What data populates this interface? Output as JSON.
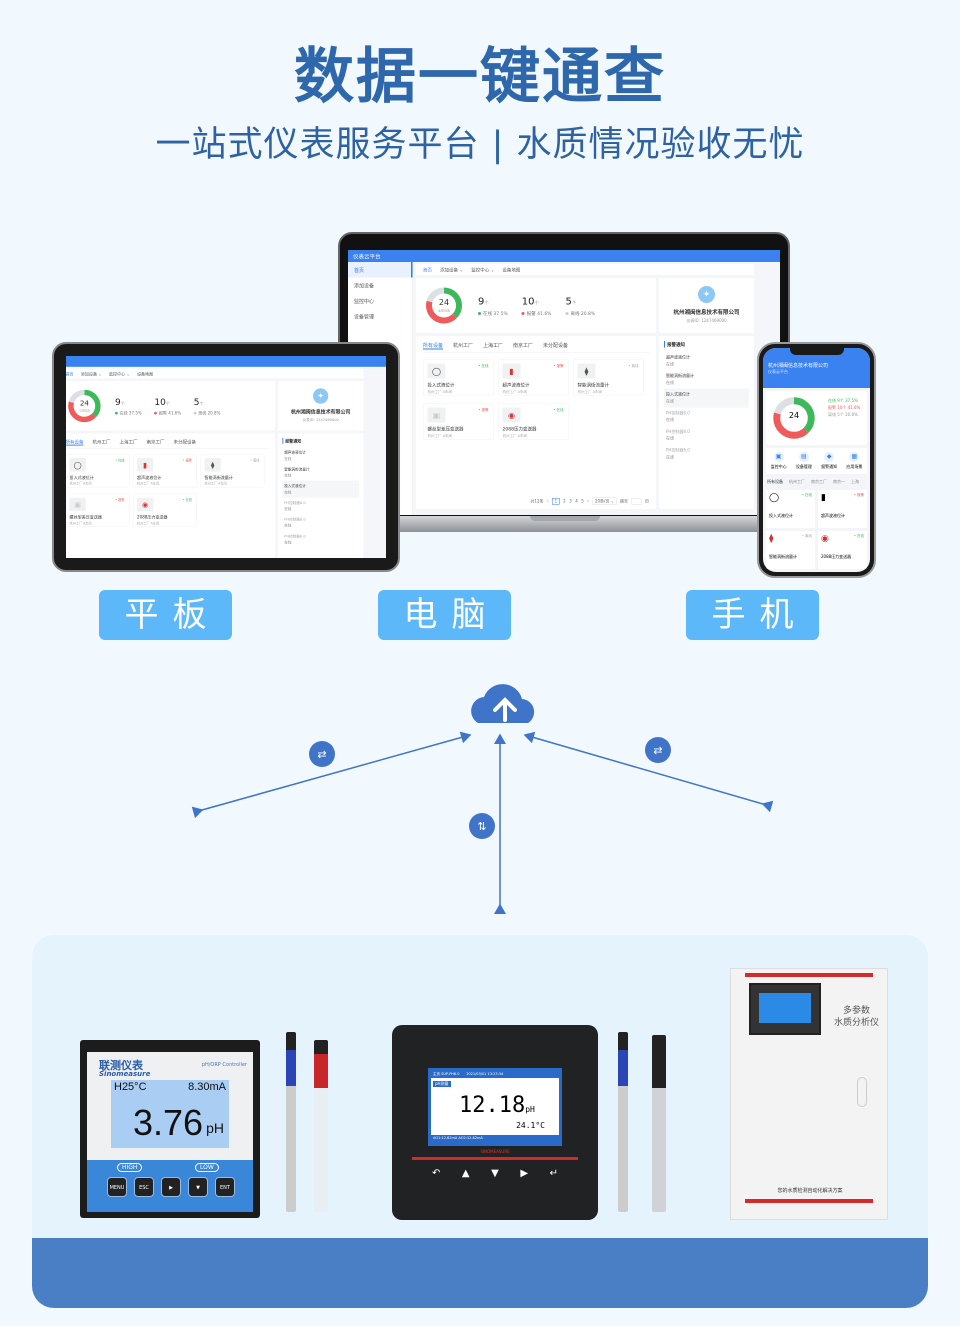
{
  "header": {
    "title": "数据一键通查",
    "subtitle": "一站式仪表服务平台 | 水质情况验收无忧"
  },
  "device_labels": {
    "tablet": "平板",
    "pc": "电脑",
    "phone": "手机"
  },
  "dashboard": {
    "app_title": "仪表云平台",
    "sidebar": [
      "首页",
      "添加设备",
      "监控中心",
      "设备管理"
    ],
    "crumbs": [
      "首页",
      "添加设备 ⌄",
      "监控中心 ⌄",
      "设备地图"
    ],
    "total": {
      "value": "24",
      "label": "全部设备"
    },
    "stats": [
      {
        "value": "9",
        "unit": "个",
        "label": "在线 37.5%",
        "pct": 37.5,
        "color": "#3cba5a"
      },
      {
        "value": "10",
        "unit": "个",
        "label": "报警 41.6%",
        "pct": 41.6,
        "color": "#ef5a5a"
      },
      {
        "value": "5",
        "unit": "个",
        "label": "离线 20.8%",
        "pct": 20.8,
        "color": "#dcdfe3"
      }
    ],
    "company": {
      "name": "杭州湘闽信息技术有限公司",
      "sub": "仪表ID: 1247469000"
    },
    "tabs": [
      "所有设备",
      "杭州工厂",
      "上海工厂",
      "南京工厂",
      "未分配设备"
    ],
    "devices": [
      {
        "name": "投入式液位计",
        "loc": "杭州工厂 A车间",
        "status": "• 在线",
        "color": "#3cba5a"
      },
      {
        "name": "超声波液位计",
        "loc": "杭州工厂 A车间",
        "status": "• 报警",
        "color": "#ef5a5a"
      },
      {
        "name": "智能涡街流量计",
        "loc": "杭州工厂 A车间",
        "status": "• 离线",
        "color": "#aaaaaa"
      },
      {
        "name": "螺丝型差压变送器",
        "loc": "杭州工厂 A车间",
        "status": "• 报警",
        "color": "#ef5a5a"
      },
      {
        "name": "2088压力变送器",
        "loc": "杭州工厂 A车间",
        "status": "• 在线",
        "color": "#3cba5a"
      }
    ],
    "pager": {
      "total": "共12条",
      "pages": [
        "1",
        "2",
        "3",
        "4",
        "5"
      ],
      "size": "20条/页 ⌄",
      "jump": "跳至",
      "page": "页"
    },
    "alarm": {
      "title": "报警通知",
      "items": [
        {
          "name": "超声波液位计",
          "state": "在线"
        },
        {
          "name": "智能涡街流量计",
          "state": "在线"
        },
        {
          "name": "投入式液位计",
          "state": "在线"
        },
        {
          "name": "PH控制器8.0",
          "state": "在线"
        },
        {
          "name": "PH控制器8.0",
          "state": "在线"
        },
        {
          "name": "PH控制器8.0",
          "state": "在线"
        }
      ]
    }
  },
  "phone": {
    "company": "杭州湘闽信息技术有限公司",
    "sub": "仪表云平台",
    "legend": [
      "在线 9个 37.5%",
      "报警 10个 41.6%",
      "离线 5个 20.8%"
    ],
    "icons": [
      "监控中心",
      "设备管理",
      "报警通知",
      "应用场景"
    ],
    "tabs": [
      "所有设备",
      "杭州工厂",
      "南京工厂",
      "南京一",
      "上海"
    ]
  },
  "products": {
    "ctl1": {
      "brand": "联测仪表",
      "brand_en": "Sinomeasure",
      "model": "pH/ORP Controller",
      "temp": "H25°C",
      "current": "8.30mA",
      "value": "3.76",
      "unit": "pH",
      "high": "HIGH",
      "low": "LOW",
      "keys": [
        "MENU",
        "ESC",
        "▶",
        "▼",
        "ENT"
      ]
    },
    "ctl2": {
      "status": "主页 SUP-PH8.0",
      "date": "2021/03/01 13:23:34",
      "tag": "pH测量",
      "value": "12.18",
      "unit": "pH",
      "temp": "24.1°C",
      "bottom": "AO1:12.82mA   AO2:12.82mA",
      "brand": "SINOMEASURE",
      "buttons": [
        "↶",
        "▲",
        "▼",
        "▶",
        "↵"
      ]
    },
    "cabinet": {
      "title1": "多参数",
      "title2": "水质分析仪",
      "footer": "您的水质检测自动化解决方案"
    }
  },
  "colors": {
    "title": "#2f67ad",
    "label_bg": "#5cb8f9",
    "cloud": "#3f74c8",
    "band": "#4a7fc6",
    "panel": "#e5f3fd"
  }
}
